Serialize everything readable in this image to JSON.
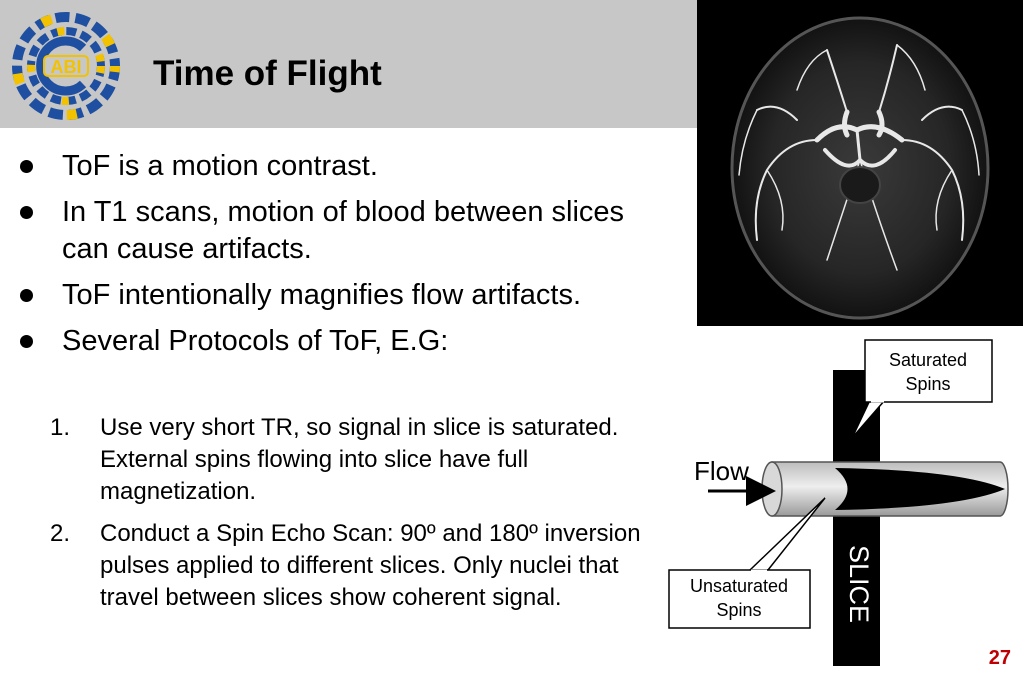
{
  "slide": {
    "logo_text": "ABI",
    "title": "Time of Flight",
    "bullets": [
      "ToF is a motion contrast.",
      "In T1 scans, motion of blood between slices can cause artifacts.",
      "ToF intentionally magnifies flow artifacts.",
      "Several Protocols of ToF, E.G:"
    ],
    "sub_items": [
      {
        "number": "1.",
        "text": "Use very short TR, so signal in slice is saturated. External spins flowing into slice have full magnetization."
      },
      {
        "number": "2.",
        "text": "Conduct a Spin Echo Scan: 90º and 180º inversion pulses applied to different slices. Only nuclei that travel between slices show coherent signal."
      }
    ],
    "page_number": "27"
  },
  "diagram": {
    "flow_label": "Flow",
    "slice_label": "SLICE",
    "saturated_line1": "Saturated",
    "saturated_line2": "Spins",
    "unsaturated_line1": "Unsaturated",
    "unsaturated_line2": "Spins"
  },
  "colors": {
    "header_background": "#c7c7c7",
    "logo_blue": "#1f4fa0",
    "logo_yellow": "#f2c200",
    "page_number": "#c00000"
  }
}
